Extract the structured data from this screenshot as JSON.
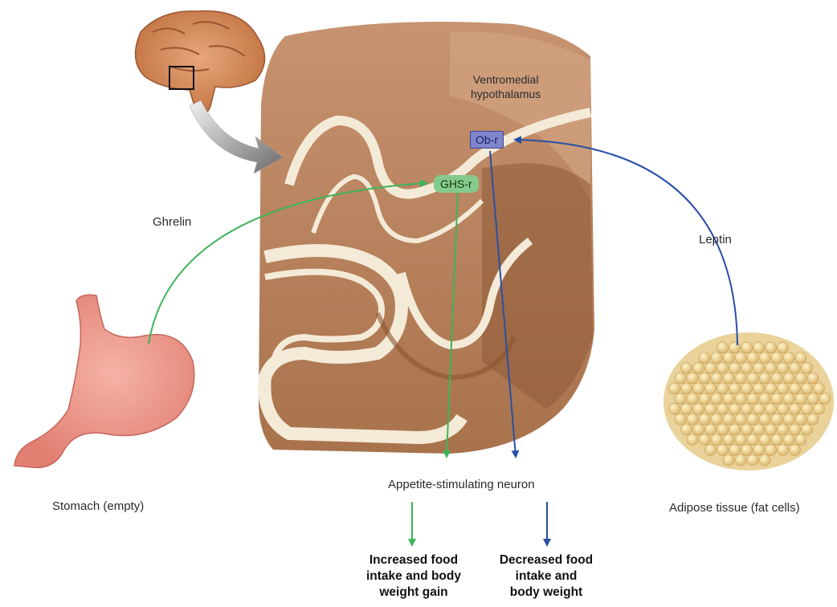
{
  "labels": {
    "ventromedial": "Ventromedial\nhypothalamus",
    "ghrelin": "Ghrelin",
    "leptin": "Leptin",
    "stomach": "Stomach (empty)",
    "adipose": "Adipose tissue (fat cells)",
    "neuron": "Appetite-stimulating neuron",
    "increased": "Increased food\nintake and body\nweight gain",
    "decreased": "Decreased food\nintake and\nbody weight"
  },
  "receptors": {
    "obr": "Ob-r",
    "ghsr": "GHS-r"
  },
  "colors": {
    "ghrelin_path": "#3db35a",
    "leptin_path": "#2a4fa6",
    "obr_box": "#7f86cc",
    "ghsr_box": "#86c98c",
    "tissue": "#b07a4e"
  }
}
